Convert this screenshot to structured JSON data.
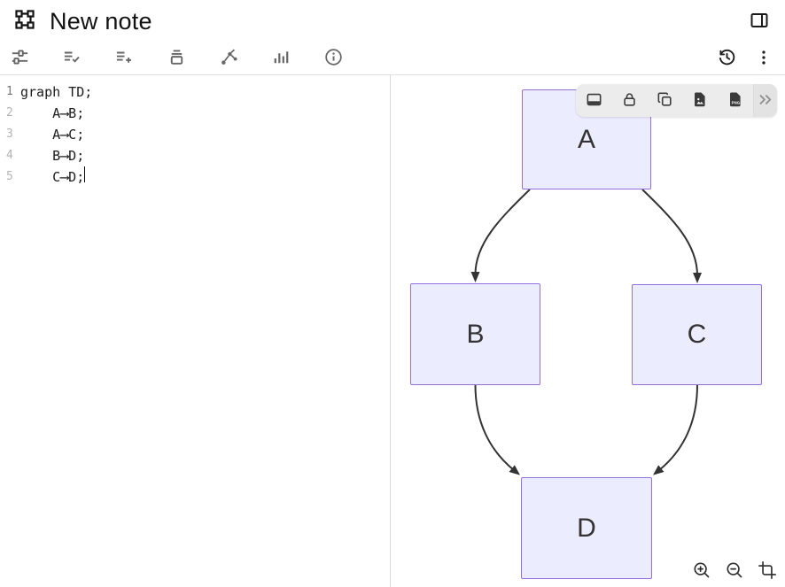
{
  "app": {
    "title": "New note"
  },
  "header": {
    "logo_icon": "transform-frame-icon",
    "panel_toggle_icon": "panel-right-icon"
  },
  "toolbar": {
    "icons": [
      "tune-sliders",
      "checklist",
      "add-to-list",
      "archive",
      "graph-nodes",
      "bar-chart",
      "info"
    ]
  },
  "header_right": {
    "icons": [
      "history",
      "more-options-kebab"
    ]
  },
  "editor": {
    "lines": [
      {
        "number": "1",
        "text": "graph TD;"
      },
      {
        "number": "2",
        "text": "    A⟶B;"
      },
      {
        "number": "3",
        "text": "    A⟶C;"
      },
      {
        "number": "4",
        "text": "    B⟶D;"
      },
      {
        "number": "5",
        "text": "    C⟶D;"
      }
    ]
  },
  "diagram": {
    "nodes": [
      {
        "id": "A",
        "label": "A"
      },
      {
        "id": "B",
        "label": "B"
      },
      {
        "id": "C",
        "label": "C"
      },
      {
        "id": "D",
        "label": "D"
      }
    ],
    "edges": [
      {
        "from": "A",
        "to": "B"
      },
      {
        "from": "A",
        "to": "C"
      },
      {
        "from": "B",
        "to": "D"
      },
      {
        "from": "C",
        "to": "D"
      }
    ],
    "colors": {
      "node_fill": "#ECECFF",
      "node_border": "#9370DB",
      "edge": "#333333"
    }
  },
  "floating_toolbar": {
    "icons": [
      "panel-bottom",
      "lock",
      "duplicate",
      "export-image",
      "export-png",
      "expand-more"
    ],
    "png_label": "PNG"
  },
  "zoom_controls": {
    "icons": [
      "zoom-in",
      "zoom-out",
      "crop"
    ]
  }
}
